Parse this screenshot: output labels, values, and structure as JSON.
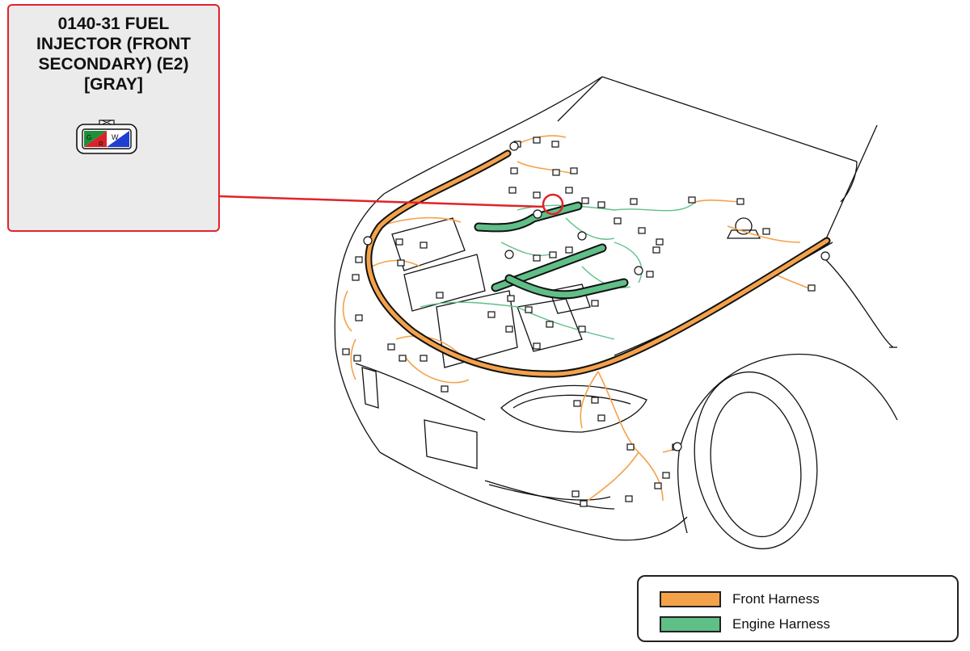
{
  "callout": {
    "title_lines": [
      "0140-31 FUEL",
      "INJECTOR (FRONT",
      "SECONDARY) (E2)",
      "[GRAY]"
    ],
    "connector_pins": [
      "G",
      "R",
      "W"
    ],
    "pin_colors": {
      "G": "#1f8f3a",
      "R": "#d8232a",
      "W": "#1f3fd0"
    },
    "border_color": "#e0232a"
  },
  "legend": {
    "items": [
      {
        "label": "Front Harness",
        "color": "#f4a24a"
      },
      {
        "label": "Engine Harness",
        "color": "#5fbf87"
      }
    ]
  },
  "colors": {
    "front_harness": "#f4a24a",
    "engine_harness": "#5fbf87",
    "leader_line": "#e0232a",
    "highlight_circle": "#e0232a"
  }
}
